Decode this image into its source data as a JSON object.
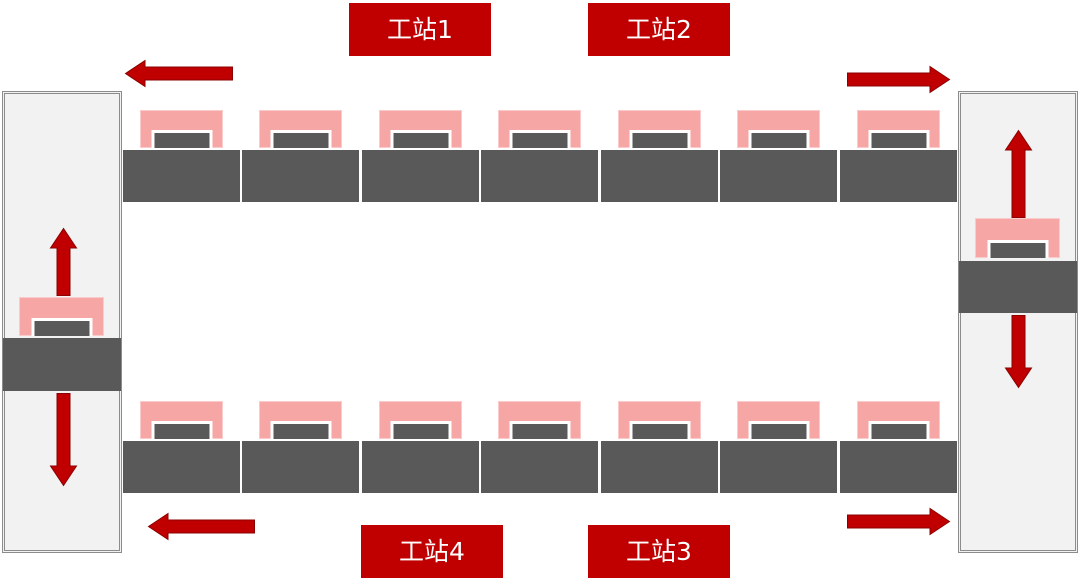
{
  "stations": [
    "工站1",
    "工站2",
    "工站3",
    "工站4"
  ],
  "colors": {
    "station_label_bg": "#c00000",
    "station_label_text": "#ffffff",
    "arrow": "#c00000",
    "arrow_outline": "#8b0000",
    "pallet": "#f7a6a6",
    "conveyor": "#595959",
    "transfer_rail": "#f2f2f2"
  },
  "icons": {
    "top_return_flow": "arrow-left-icon",
    "top_forward_flow": "arrow-right-icon",
    "bottom_return_flow": "arrow-left-icon",
    "bottom_forward_flow": "arrow-right-icon",
    "left_lift": [
      "arrow-up-icon",
      "arrow-down-icon"
    ],
    "right_lift": [
      "arrow-up-icon",
      "arrow-down-icon"
    ]
  }
}
